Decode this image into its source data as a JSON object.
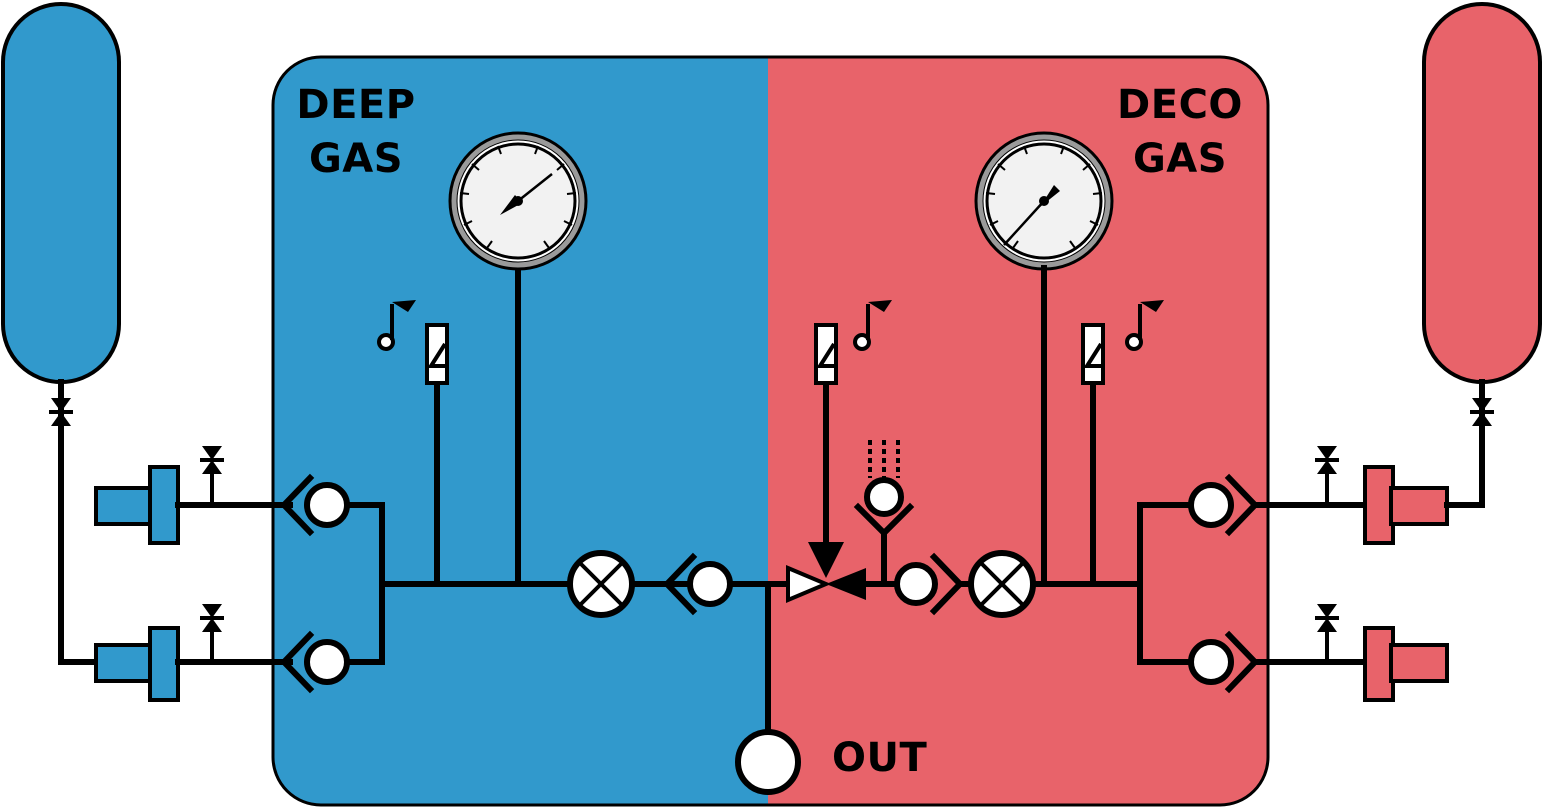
{
  "colors": {
    "deep": "#3199cc",
    "deco": "#e8636a",
    "line": "#000000",
    "background": "#ffffff",
    "gauge_face": "#f2f2f2"
  },
  "panels": {
    "deep": {
      "line1": "DEEP",
      "line2": "GAS"
    },
    "deco": {
      "line1": "DECO",
      "line2": "GAS"
    }
  },
  "outlet": {
    "label": "OUT"
  },
  "icons": [
    "cylinder-icon",
    "valve-icon",
    "check-valve-icon",
    "pressure-gauge-icon",
    "shutoff-valve-icon",
    "pressure-switch-icon",
    "alarm-note-icon",
    "three-way-valve-icon",
    "relief-vent-icon",
    "outlet-icon",
    "regulator-icon"
  ]
}
